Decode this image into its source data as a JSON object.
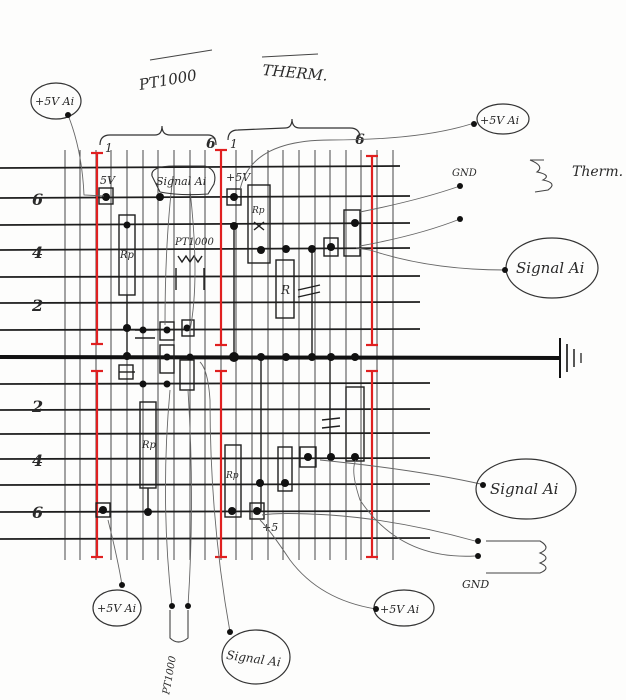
{
  "headers": {
    "pt1000": "PT1000",
    "therm": "THERM."
  },
  "range_labels": {
    "left_start": "1",
    "left_end": "6",
    "right_start": "1",
    "right_end": "6"
  },
  "row_numbers": [
    "6",
    "4",
    "2",
    "2",
    "4",
    "6"
  ],
  "bubbles": {
    "top_left_5v": "+5V Ai",
    "top_right_5v": "+5V Ai",
    "gnd_top": "GND",
    "therm": "Therm.",
    "signal_right_top": "Signal Ai",
    "signal_left_top": "Signal Ai",
    "signal_right_bottom": "Signal Ai",
    "gnd_bottom": "GND",
    "bottom_left_5v": "+5V Ai",
    "bottom_mid_5v": "+5V Ai",
    "pt1000_bottom": "PT1000",
    "signal_bottom": "Signal Ai"
  },
  "component_labels": {
    "rp_left_top": "Rp",
    "rp_right_top": "Rp",
    "pt1000_inline": "PT1000",
    "r_mid": "R",
    "rp_left_bottom": "Rp",
    "rp_right_bottom": "Rp",
    "plus5_top_left": "5V",
    "plus5_top_right": "+5V",
    "plus5_bottom": "+5"
  },
  "colors": {
    "ink": "#1e1e1e",
    "pencil": "#555555",
    "red": "#e02020",
    "paper": "#fdfdfc"
  }
}
